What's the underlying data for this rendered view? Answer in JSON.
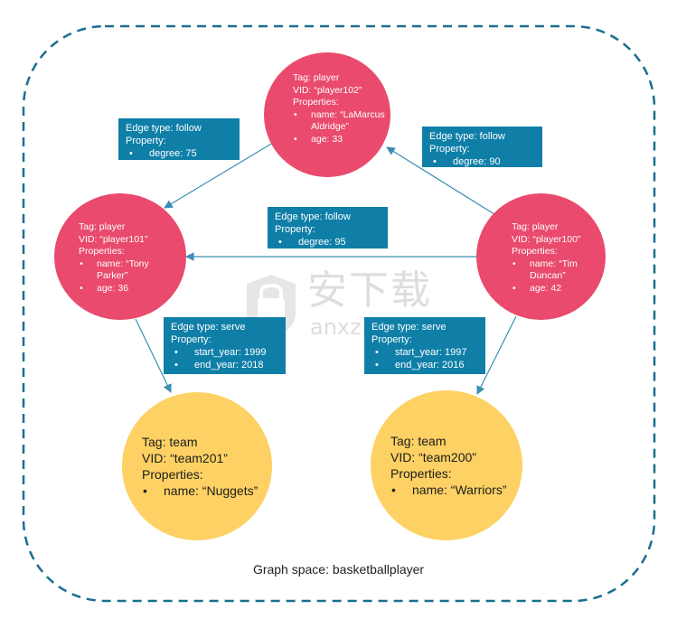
{
  "space": {
    "label": "Graph space: basketballplayer"
  },
  "colors": {
    "player": "#e94a6d",
    "team": "#fdd163",
    "edge": "#0f7fa8",
    "border": "#1a6f8f"
  },
  "nodes": {
    "player102": {
      "tag": "Tag: player",
      "vid": "VID: “player102”",
      "properties": "Properties:",
      "name_line1": "name: “LaMarcus",
      "name_line2": "Aldridge”",
      "age": "age: 33"
    },
    "player101": {
      "tag": "Tag: player",
      "vid": "VID: “player101”",
      "properties": "Properties:",
      "name_line1": "name: “Tony",
      "name_line2": "Parker”",
      "age": "age: 36"
    },
    "player100": {
      "tag": "Tag: player",
      "vid": "VID: “player100”",
      "properties": "Properties:",
      "name_line1": "name: “Tim",
      "name_line2": "Duncan”",
      "age": "age: 42"
    },
    "team201": {
      "tag": "Tag: team",
      "vid": "VID: “team201”",
      "properties": "Properties:",
      "name": "name: “Nuggets”"
    },
    "team200": {
      "tag": "Tag: team",
      "vid": "VID: “team200”",
      "properties": "Properties:",
      "name": "name: “Warriors”"
    }
  },
  "edges": {
    "follow_102_101": {
      "type": "Edge type: follow",
      "property": "Property:",
      "degree": "degree: 75"
    },
    "follow_100_102": {
      "type": "Edge type: follow",
      "property": "Property:",
      "degree": "degree: 90"
    },
    "follow_100_101": {
      "type": "Edge type: follow",
      "property": "Property:",
      "degree": "degree: 95"
    },
    "serve_101_201": {
      "type": "Edge type: serve",
      "property": "Property:",
      "start_year": "start_year: 1999",
      "end_year": "end_year: 2018"
    },
    "serve_100_200": {
      "type": "Edge type: serve",
      "property": "Property:",
      "start_year": "start_year: 1997",
      "end_year": "end_year: 2016"
    }
  },
  "watermark": {
    "text_cn": "安下载",
    "text_en": "anxz.com",
    "icon": "shield-bag-icon"
  }
}
